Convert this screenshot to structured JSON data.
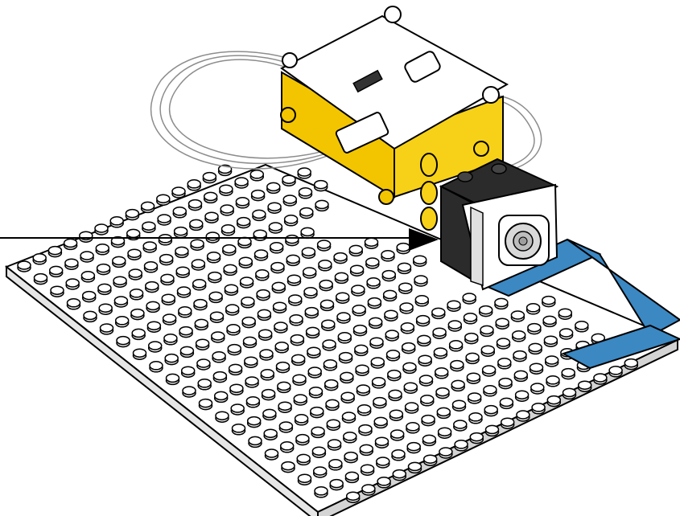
{
  "image": {
    "kind": "illustration",
    "objects": [
      {
        "name": "baseplate",
        "color": "#ffffff"
      },
      {
        "name": "hub",
        "color": "#f7d117"
      },
      {
        "name": "hub-top",
        "color": "#ffffff"
      },
      {
        "name": "color-sensor",
        "color": "#ffffff"
      },
      {
        "name": "sensor-frame",
        "color": "#2b2b2b"
      },
      {
        "name": "blue-beam",
        "color": "#3b88c3"
      },
      {
        "name": "cable",
        "color": "#f2f2f2"
      },
      {
        "name": "pointer-arrow",
        "color": "#000000"
      }
    ]
  }
}
